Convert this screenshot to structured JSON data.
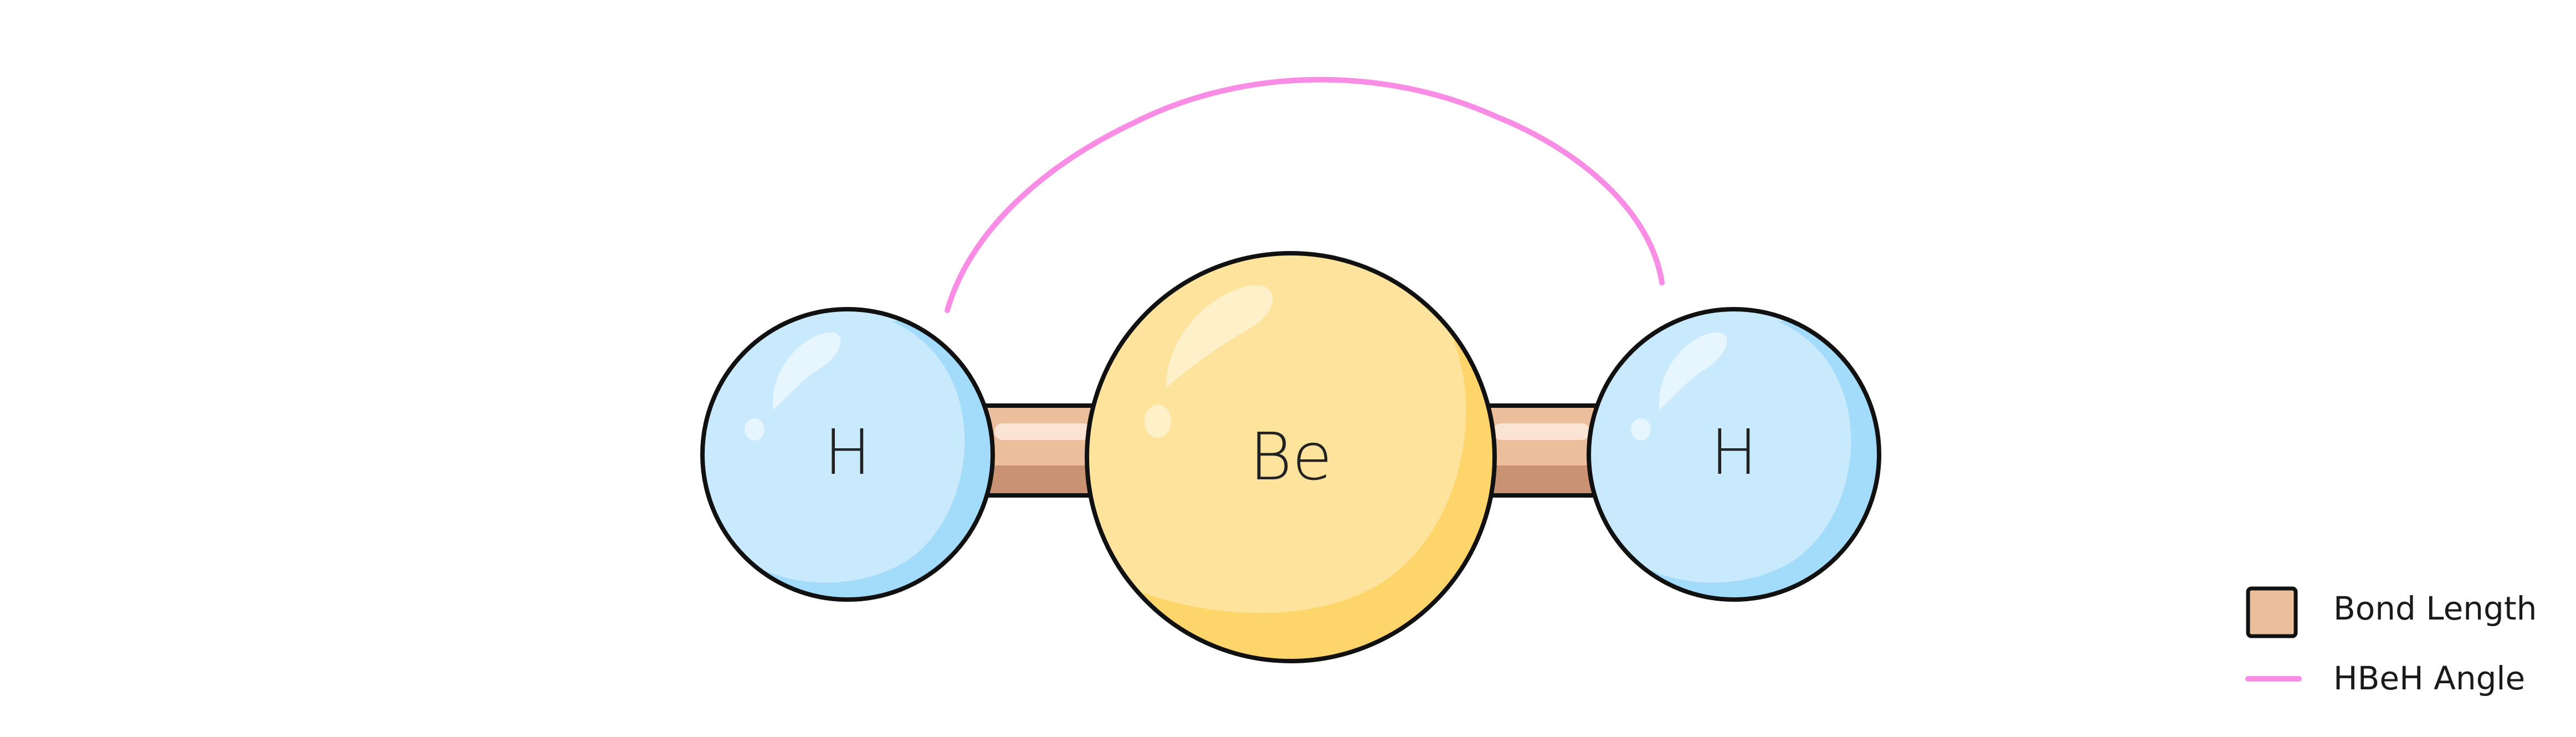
{
  "molecule": {
    "atoms": [
      {
        "symbol": "H",
        "role": "left hydrogen"
      },
      {
        "symbol": "Be",
        "role": "central beryllium"
      },
      {
        "symbol": "H",
        "role": "right hydrogen"
      }
    ]
  },
  "legend": {
    "bond_length": {
      "label": "Bond Length"
    },
    "angle": {
      "label": "HBeH Angle"
    }
  },
  "colors": {
    "hydrogen_fill": "#c9eafc",
    "hydrogen_shade": "#a3dcfb",
    "beryllium_fill": "#fde39c",
    "beryllium_shade": "#fdd56b",
    "bond_fill": "#ebbf9c",
    "bond_shade": "#c99373",
    "angle_arc": "#f98de6",
    "outline": "#111111"
  }
}
